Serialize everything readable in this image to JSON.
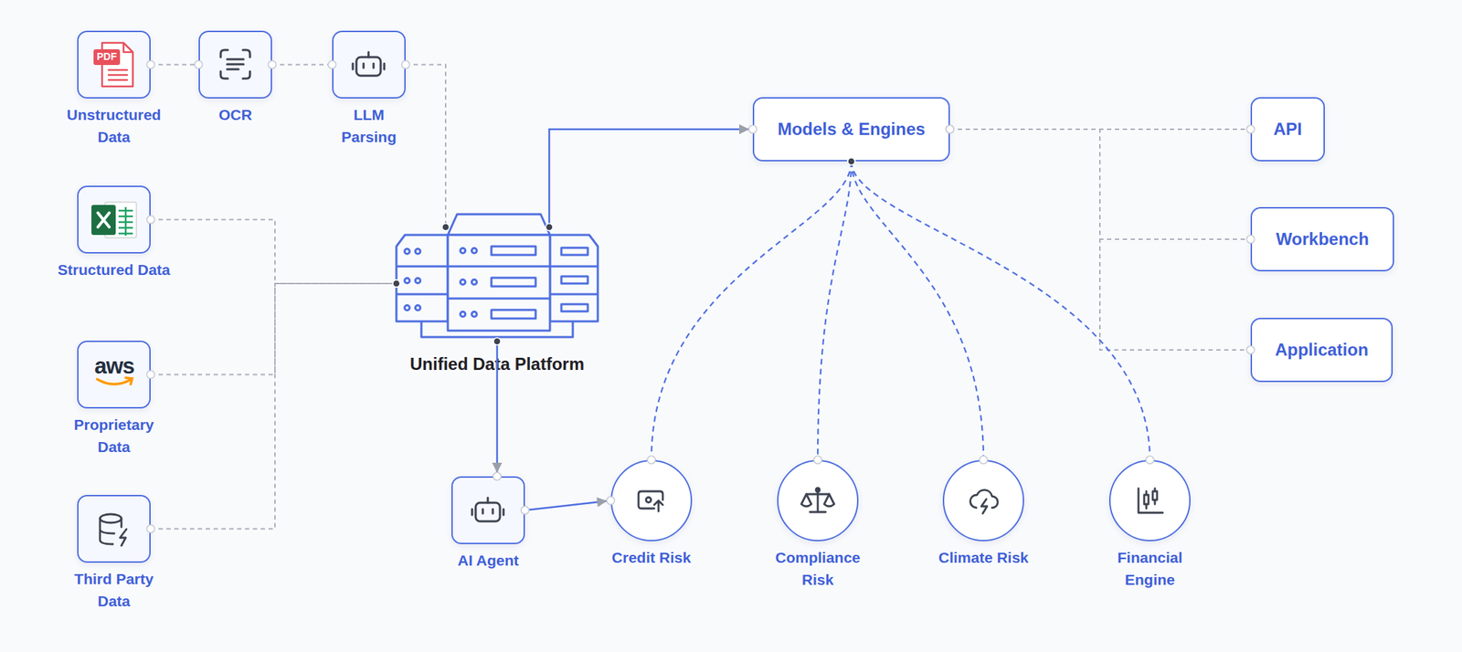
{
  "diagram": {
    "nodes": [
      {
        "text": [
          "Unstructured Data"
        ]
      },
      {
        "text": [
          "OCR"
        ]
      },
      {
        "text": [
          "LLM Parsing"
        ]
      },
      {
        "text": [
          "Structured Data"
        ]
      },
      {
        "text": [
          "Proprietary Data"
        ]
      },
      {
        "text": [
          "Third Party Data"
        ]
      },
      {
        "text": [
          "Unified Data Platform"
        ]
      },
      {
        "text": [
          "Models & Engines"
        ]
      },
      {
        "text": [
          "API"
        ]
      },
      {
        "text": [
          "Workbench"
        ]
      },
      {
        "text": [
          "Application"
        ]
      },
      {
        "text": [
          "AI Agent"
        ]
      },
      {
        "text": [
          "Credit Risk"
        ]
      },
      {
        "text": [
          "Compliance Risk"
        ]
      },
      {
        "text": [
          "Climate Risk"
        ]
      },
      {
        "text": [
          "Financial Engine"
        ]
      }
    ],
    "edges": [
      {
        "from": 0,
        "to": 1,
        "arrow": "none"
      },
      {
        "from": 1,
        "to": 2,
        "arrow": "none"
      },
      {
        "from": 2,
        "to": 6,
        "arrow": "none"
      },
      {
        "from": 3,
        "to": 6,
        "arrow": "none"
      },
      {
        "from": 4,
        "to": 6,
        "arrow": "none"
      },
      {
        "from": 5,
        "to": 6,
        "arrow": "none"
      },
      {
        "from": 6,
        "to": 7,
        "arrow": "to"
      },
      {
        "from": 6,
        "to": 11,
        "arrow": "to"
      },
      {
        "from": 11,
        "to": 12,
        "arrow": "to"
      },
      {
        "from": 7,
        "to": 8,
        "arrow": "none"
      },
      {
        "from": 7,
        "to": 9,
        "arrow": "none"
      },
      {
        "from": 7,
        "to": 10,
        "arrow": "none"
      },
      {
        "from": 7,
        "to": 12,
        "arrow": "none"
      },
      {
        "from": 7,
        "to": 13,
        "arrow": "none"
      },
      {
        "from": 7,
        "to": 14,
        "arrow": "none"
      },
      {
        "from": 7,
        "to": 15,
        "arrow": "none"
      }
    ],
    "labels": [
      "PDF",
      "aws"
    ]
  }
}
